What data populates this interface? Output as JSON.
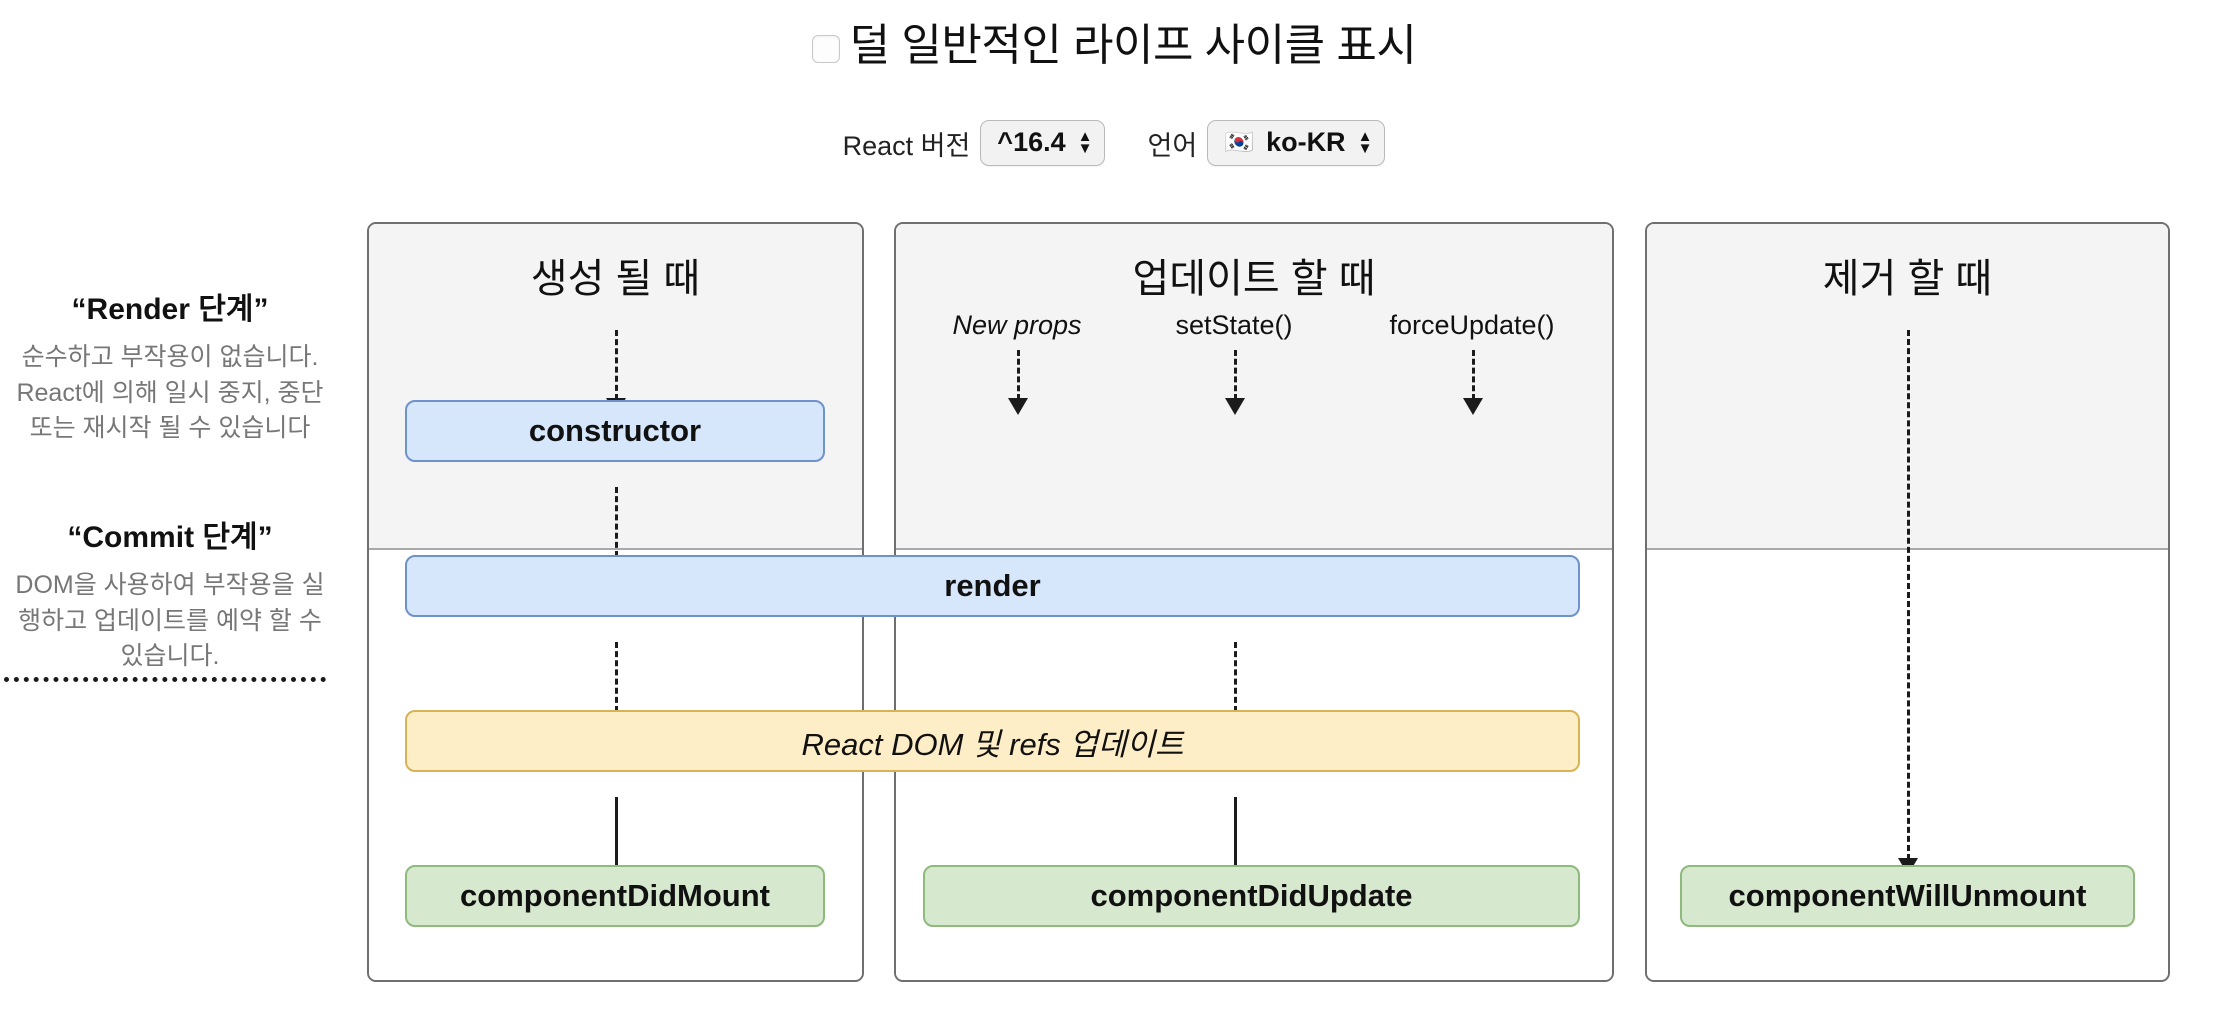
{
  "header": {
    "checkbox_label": "덜 일반적인 라이프 사이클 표시",
    "checkbox_checked": false,
    "version_label": "React 버전",
    "version_value": "^16.4",
    "language_label": "언어",
    "language_flag": "🇰🇷",
    "language_value": "ko-KR",
    "spinner_up": "▲",
    "spinner_down": "▼"
  },
  "sidebar": {
    "phases": [
      {
        "title": "“Render 단계”",
        "description": "순수하고 부작용이 없습니다. React에 의해 일시 중지, 중단 또는 재시작 될 수 있습니다"
      },
      {
        "title": "“Commit 단계”",
        "description": "DOM을 사용하여 부작용을 실행하고 업데이트를 예약 할 수 있습니다."
      }
    ]
  },
  "columns": [
    {
      "title": "생성 될 때"
    },
    {
      "title": "업데이트 할 때"
    },
    {
      "title": "제거 할 때"
    }
  ],
  "triggers": [
    {
      "label": "New props",
      "italic": true
    },
    {
      "label": "setState()",
      "italic": false
    },
    {
      "label": "forceUpdate()",
      "italic": false
    }
  ],
  "boxes": {
    "constructor": "constructor",
    "render": "render",
    "react_dom": "React DOM 및 refs 업데이트",
    "did_mount": "componentDidMount",
    "did_update": "componentDidUpdate",
    "will_unmount": "componentWillUnmount"
  },
  "colors": {
    "render_phase_bg": "#f4f4f4",
    "blue_fill": "#d6e6fb",
    "blue_border": "#6f92ca",
    "yellow_fill": "#fdeec8",
    "yellow_border": "#d8b356",
    "green_fill": "#d6e8cd",
    "green_border": "#8fba7d",
    "column_border": "#6f6f6f",
    "muted_text": "#777777"
  }
}
